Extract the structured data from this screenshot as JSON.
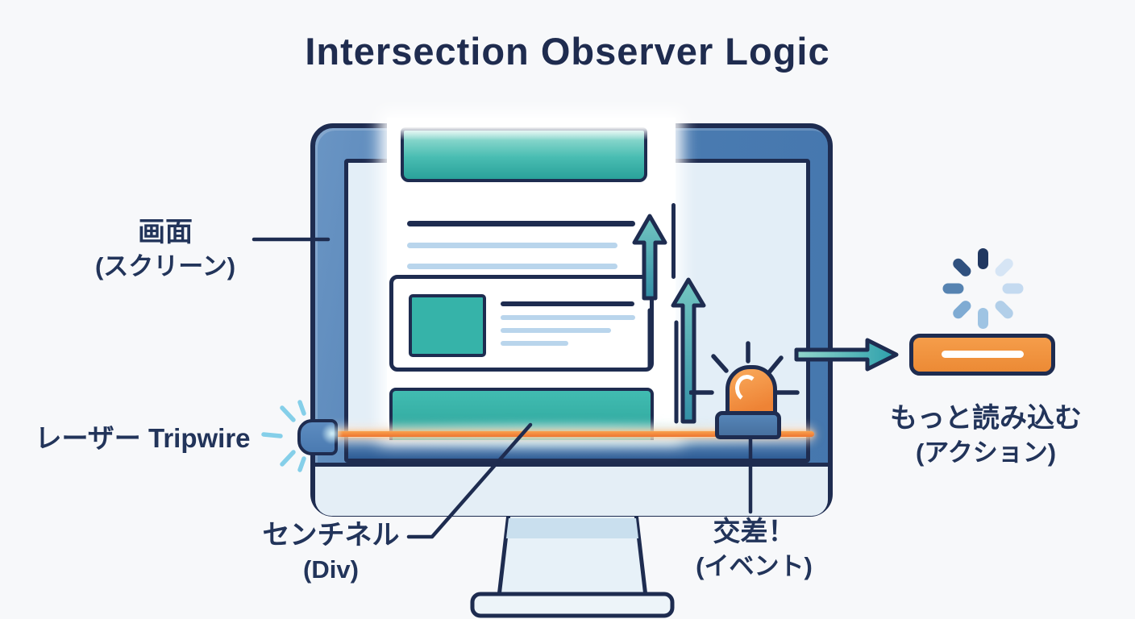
{
  "title": "Intersection Observer Logic",
  "labels": {
    "screen": {
      "main": "画面",
      "sub": "(スクリーン)"
    },
    "tripwire": {
      "main": "レーザー Tripwire"
    },
    "sentinel": {
      "main": "センチネル",
      "sub": "(Div)"
    },
    "intersection": {
      "main": "交差！",
      "sub": "(イベント)"
    },
    "action": {
      "main": "もっと読み込む",
      "sub": "(アクション)"
    }
  },
  "colors": {
    "navy_outline": "#1e2c50",
    "bezel_blue": "#4d7db2",
    "screen_blue": "#e3eef7",
    "teal": "#36b3a9",
    "laser_orange": "#f08339",
    "button_orange": "#f0923f",
    "text_line_blue": "#b9d5ec",
    "label_text": "#22345a"
  },
  "icons": {
    "spinner": "loading-spinner",
    "siren": "alarm-siren",
    "sparks": "laser-sparks",
    "emitter": "laser-emitter",
    "up_arrows": "scroll-direction-arrows",
    "right_arrow": "event-trigger-arrow"
  }
}
